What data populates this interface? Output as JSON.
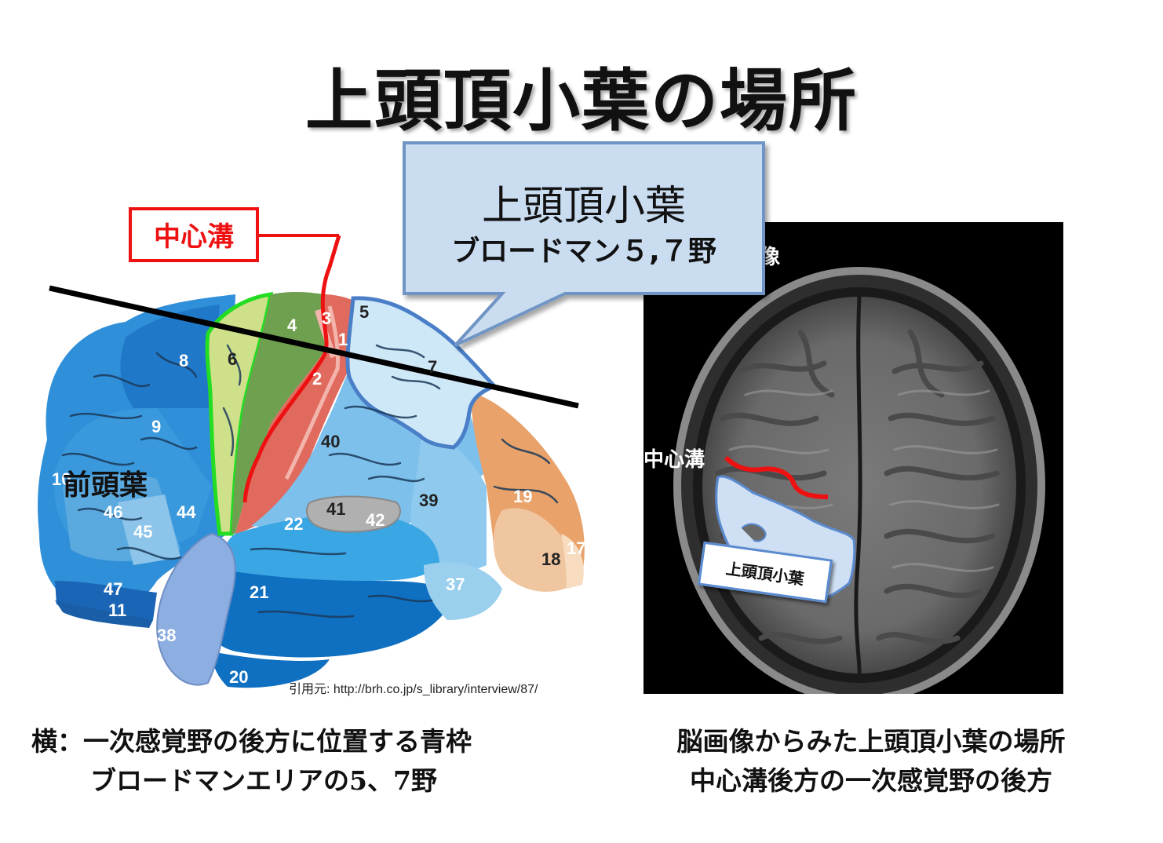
{
  "slide": {
    "title": "上頭頂小葉の場所"
  },
  "brain_diagram": {
    "central_sulcus_label": "中心溝",
    "frontal_lobe_label": "前頭葉",
    "citation": "引用元: http://brh.co.jp/s_library/interview/87/",
    "areas": [
      "1",
      "2",
      "3",
      "4",
      "5",
      "6",
      "7",
      "8",
      "9",
      "10",
      "11",
      "17",
      "18",
      "19",
      "20",
      "21",
      "22",
      "37",
      "38",
      "39",
      "40",
      "41",
      "42",
      "44",
      "45",
      "46",
      "47"
    ],
    "colors": {
      "frontal_blue": "#2f8fd8",
      "motor_green": "#6fa050",
      "premotor_lightgreen": "#cfe08a",
      "sensory_red": "#e06a5e",
      "parietal_lightblue": "#cfe8f8",
      "occipital_orange": "#e8a26a",
      "temporal_blue": "#1f78c8",
      "outline_green": "#22dd22",
      "central_sulcus_red": "#ee1111"
    }
  },
  "callout": {
    "title": "上頭頂小葉",
    "subtitle": "ブロードマン５,７野",
    "fill": "#c9dcf0",
    "border": "#6f95c4"
  },
  "mri": {
    "central_sulcus_label": "中心溝",
    "spl_label": "上頭頂小葉",
    "edge_text": "像"
  },
  "captions": {
    "left_line1": "横：一次感覚野の後方に位置する青枠",
    "left_line2": "ブロードマンエリアの5、7野",
    "right_line1": "脳画像からみた上頭頂小葉の場所",
    "right_line2": "中心溝後方の一次感覚野の後方"
  }
}
